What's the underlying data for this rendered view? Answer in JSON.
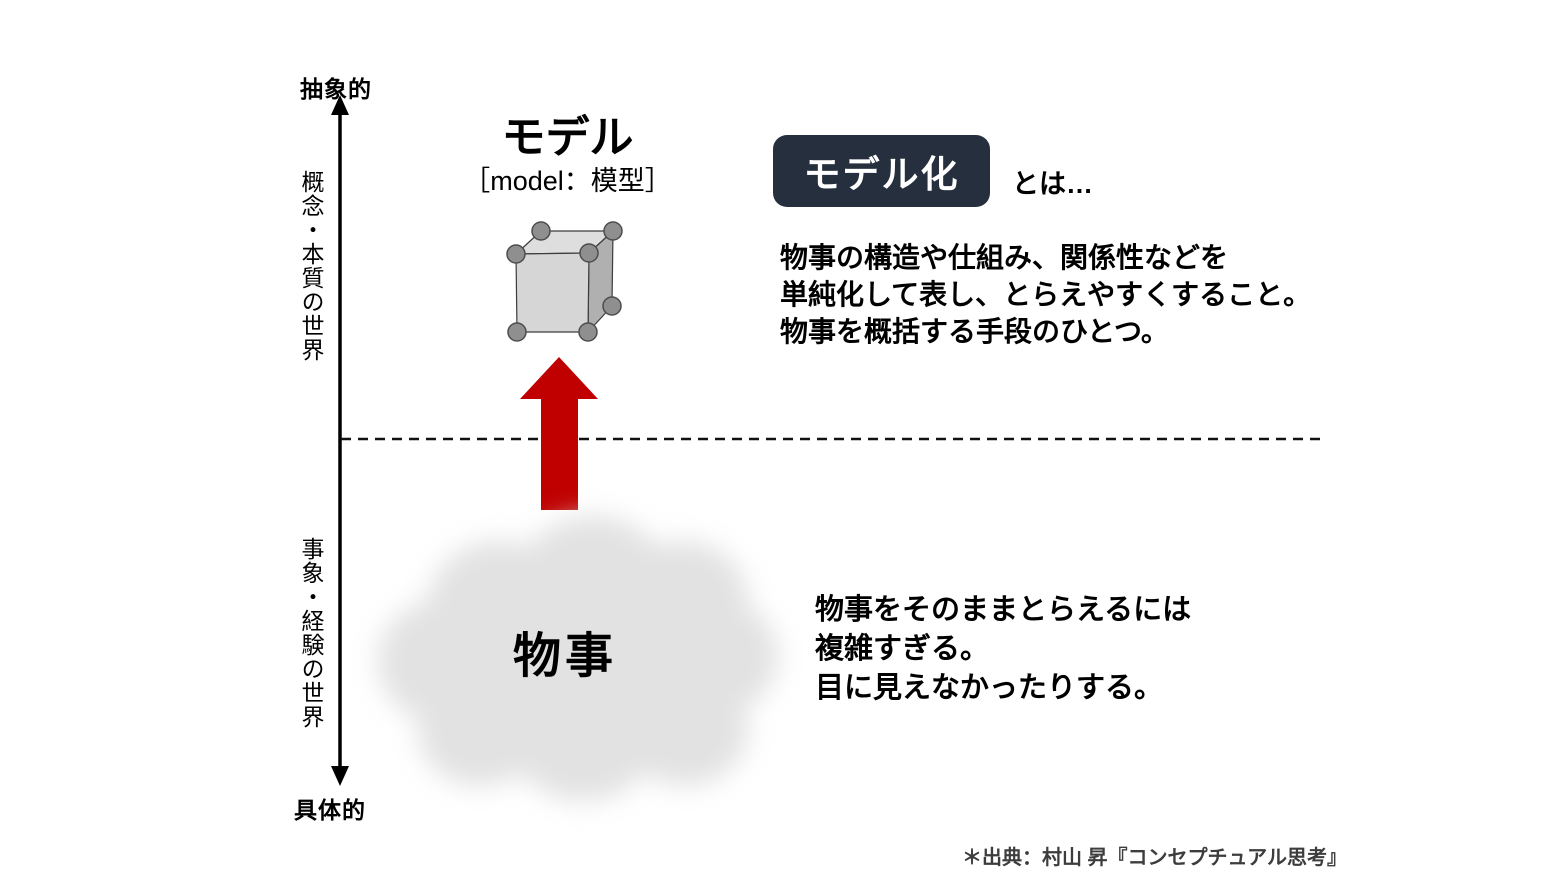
{
  "diagram": {
    "axis": {
      "top_label": "抽象的",
      "bottom_label": "具体的",
      "upper_world": "概念・本質の世界",
      "lower_world": "事象・経験の世界"
    },
    "model": {
      "title": "モデル",
      "subtitle": "［model：模型］"
    },
    "modelization": {
      "badge_label": "モデル化",
      "badge_suffix": "とは…",
      "definition": "物事の構造や仕組み、関係性などを\n単純化して表し、とらえやすくすること。\n物事を概括する手段のひとつ。"
    },
    "things": {
      "label": "物事",
      "description": "物事をそのままとらえるには\n複雑すぎる。\n目に見えなかったりする。"
    },
    "citation": "＊出典：村山 昇『コンセプチュアル思考』",
    "colors": {
      "badge_bg": "#262f3d",
      "badge_text": "#ffffff",
      "arrow_red": "#c00000",
      "axis_black": "#000000",
      "cloud_gray": "#e2e2e2",
      "cube_front": "#d6d6d6",
      "cube_top": "#dedede",
      "cube_side": "#b0b0b0",
      "cube_vertex": "#8f8f8f",
      "citation_gray": "#3d3d3d"
    }
  }
}
